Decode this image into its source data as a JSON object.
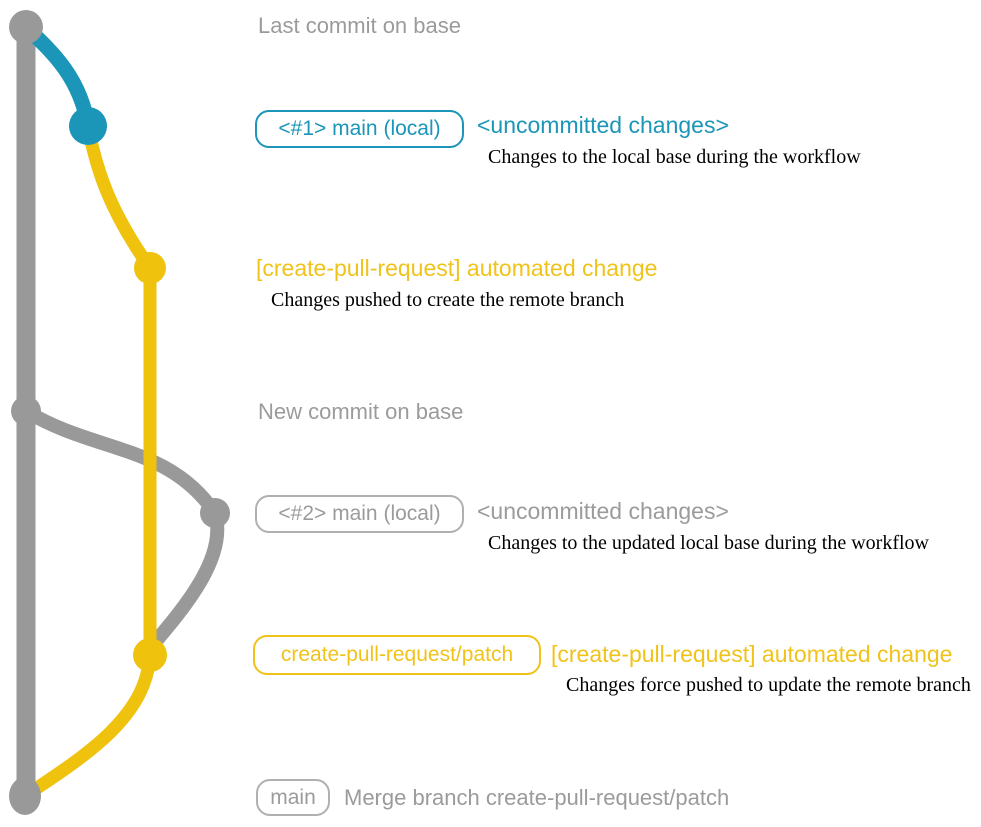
{
  "colors": {
    "background": "#ffffff",
    "gray": "#999999",
    "gray_text": "#9b9b9b",
    "gray_border": "#b0b0b0",
    "blue": "#1b95b8",
    "yellow": "#eec20d",
    "yellow_text": "#f0c31a",
    "desc_text": "#000000"
  },
  "graph": {
    "nodes": [
      {
        "id": "last-commit-on-base",
        "color": "gray"
      },
      {
        "id": "local-uncommitted-changes-1",
        "color": "blue"
      },
      {
        "id": "automated-change-push",
        "color": "yellow"
      },
      {
        "id": "new-commit-on-base",
        "color": "gray"
      },
      {
        "id": "local-uncommitted-changes-2",
        "color": "gray"
      },
      {
        "id": "automated-change-force-push",
        "color": "yellow"
      },
      {
        "id": "merge-commit",
        "color": "gray"
      }
    ],
    "edges": [
      {
        "from": "last-commit-on-base",
        "to": "merge-commit",
        "color": "gray",
        "name": "base-branch-line"
      },
      {
        "from": "last-commit-on-base",
        "to": "local-uncommitted-changes-1",
        "color": "blue"
      },
      {
        "from": "local-uncommitted-changes-1",
        "to": "automated-change-push",
        "color": "yellow"
      },
      {
        "from": "automated-change-push",
        "to": "automated-change-force-push",
        "color": "yellow"
      },
      {
        "from": "new-commit-on-base",
        "to": "local-uncommitted-changes-2",
        "color": "gray"
      },
      {
        "from": "local-uncommitted-changes-2",
        "to": "automated-change-force-push",
        "color": "gray"
      },
      {
        "from": "automated-change-force-push",
        "to": "merge-commit",
        "color": "yellow"
      }
    ]
  },
  "annotations": {
    "last_commit_caption": "Last commit on base",
    "row1": {
      "badge": "<#1> main (local)",
      "heading": "<uncommitted changes>",
      "description": "Changes to the local base during the workflow"
    },
    "row2": {
      "heading": "[create-pull-request] automated change",
      "description": "Changes pushed to create the remote branch"
    },
    "new_commit_caption": "New commit on base",
    "row3": {
      "badge": "<#2> main (local)",
      "heading": "<uncommitted changes>",
      "description": "Changes to the updated local base during the workflow"
    },
    "row4": {
      "badge": "create-pull-request/patch",
      "heading": "[create-pull-request] automated change",
      "description": "Changes force pushed to update the remote branch"
    },
    "row5": {
      "badge": "main",
      "caption": "Merge branch create-pull-request/patch"
    }
  }
}
